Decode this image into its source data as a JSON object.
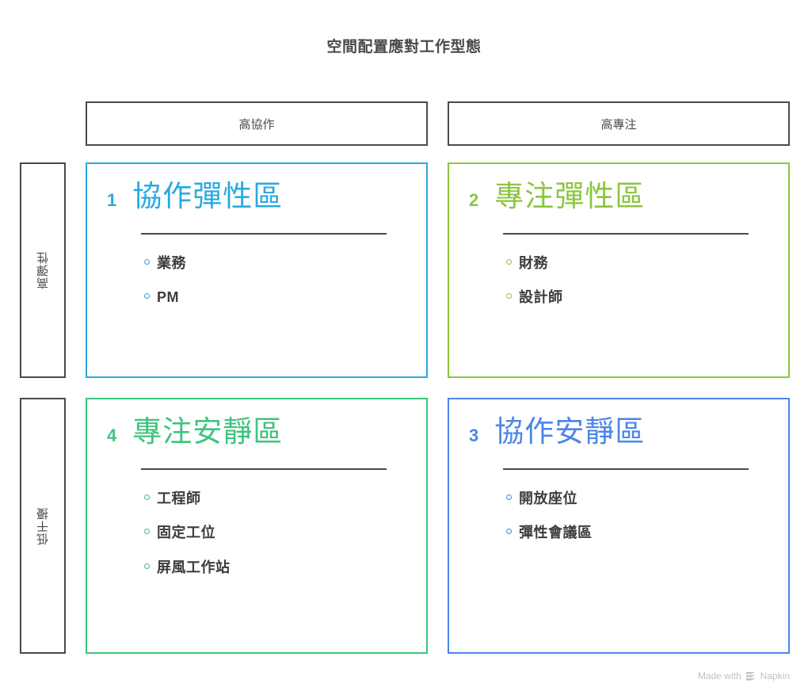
{
  "title": "空間配置應對工作型態",
  "columns": [
    {
      "label": "高協作"
    },
    {
      "label": "高專注"
    }
  ],
  "rows": [
    {
      "label": "高彈性"
    },
    {
      "label": "低干擾"
    }
  ],
  "quadrants": [
    {
      "number": "1",
      "title": "協作彈性區",
      "color": "#29a9df",
      "items": [
        "業務",
        "PM"
      ]
    },
    {
      "number": "2",
      "title": "專注彈性區",
      "color": "#8cc63e",
      "items": [
        "財務",
        "設計師"
      ]
    },
    {
      "number": "4",
      "title": "專注安靜區",
      "color": "#3dc47e",
      "items": [
        "工程師",
        "固定工位",
        "屏風工作站"
      ]
    },
    {
      "number": "3",
      "title": "協作安靜區",
      "color": "#4a86e8",
      "items": [
        "開放座位",
        "彈性會議區"
      ]
    }
  ],
  "footer": {
    "made_with": "Made with",
    "brand": "Napkin",
    "logo_icon": "napkin-logo-icon"
  },
  "colors": {
    "frame": "#4a4a4a",
    "text": "#3d3d3d",
    "watermark": "#c3c3c3"
  }
}
